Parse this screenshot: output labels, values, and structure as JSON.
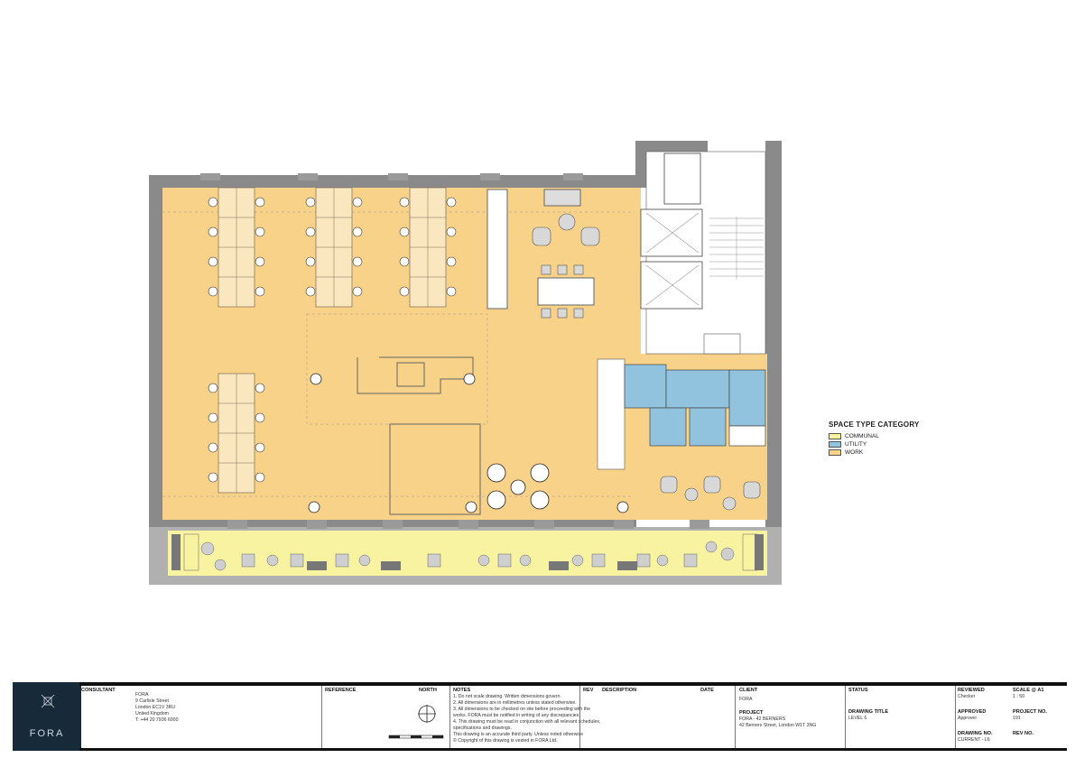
{
  "legend": {
    "title": "SPACE TYPE CATEGORY",
    "items": [
      {
        "label": "COMMUNAL",
        "color": "#f7f3a0"
      },
      {
        "label": "UTILITY",
        "color": "#92c3de"
      },
      {
        "label": "WORK",
        "color": "#f8d288"
      }
    ]
  },
  "colors": {
    "work": "#f8d288",
    "communal": "#f7f3a0",
    "utility": "#92c3de",
    "core": "#ffffff",
    "wall": "#8a8a8a"
  },
  "title_block": {
    "logo_text": "FORA",
    "consultant": {
      "label": "CONSULTANT",
      "lines": [
        "FORA",
        "9 Carlisle Street",
        "London EC1V 3RU",
        "United Kingdom",
        "T: +44 20 7936 6000"
      ]
    },
    "reference": {
      "label": "REFERENCE"
    },
    "north": {
      "label": "NORTH"
    },
    "notes": {
      "label": "NOTES",
      "items": [
        "1.  Do not scale drawing. Written dimensions govern.",
        "2.  All dimensions are in millimetres unless stated otherwise.",
        "3.  All dimensions to be checked on site before proceeding with the",
        "     works. FORA must be notified in writing of any discrepancies.",
        "4.  This drawing must be read in conjunction with all relevant schedules,",
        "     specifications and drawings."
      ],
      "extra": [
        "This drawing is an accurate third party. Unless noted otherwise",
        "© Copyright of this drawing is vested in FORA Ltd."
      ]
    },
    "rev": {
      "label": "REV",
      "description_label": "DESCRIPTION",
      "date_label": "DATE"
    },
    "client": {
      "label": "CLIENT",
      "value": "FORA"
    },
    "project": {
      "label": "PROJECT",
      "lines": [
        "FORA - 42 BERNERS",
        "42 Berners Street, London W1T 3NG"
      ]
    },
    "status": {
      "label": "STATUS"
    },
    "drawing_title": {
      "label": "DRAWING TITLE",
      "value": "LEVEL 6"
    },
    "reviewed": {
      "label": "REVIEWED",
      "value": "Checker"
    },
    "approved": {
      "label": "APPROVED",
      "value": "Approver"
    },
    "drawing_no": {
      "label": "DRAWING NO.",
      "value": "CURRENT - L6"
    },
    "scale": {
      "label": "SCALE @ A1",
      "value": "1 : 50"
    },
    "project_no": {
      "label": "PROJECT NO.",
      "value": "191"
    },
    "rev_no": {
      "label": "REV NO."
    }
  }
}
